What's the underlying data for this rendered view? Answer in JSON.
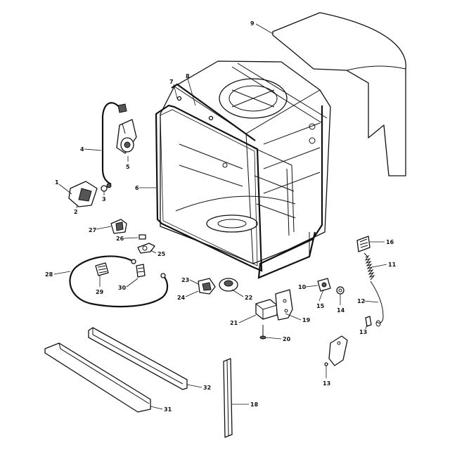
{
  "callouts": {
    "c1": "1",
    "c2": "2",
    "c3": "3",
    "c4": "4",
    "c5": "5",
    "c6": "6",
    "c7": "7",
    "c8": "8",
    "c9": "9",
    "c10": "10",
    "c11": "11",
    "c12": "12",
    "c13a": "13",
    "c13b": "13",
    "c14": "14",
    "c15": "15",
    "c16": "16",
    "c18": "18",
    "c19": "19",
    "c20": "20",
    "c21": "21",
    "c22": "22",
    "c23": "23",
    "c24": "24",
    "c25": "25",
    "c26": "26",
    "c27": "27",
    "c28": "28",
    "c29": "29",
    "c30": "30",
    "c31": "31",
    "c32": "32"
  }
}
